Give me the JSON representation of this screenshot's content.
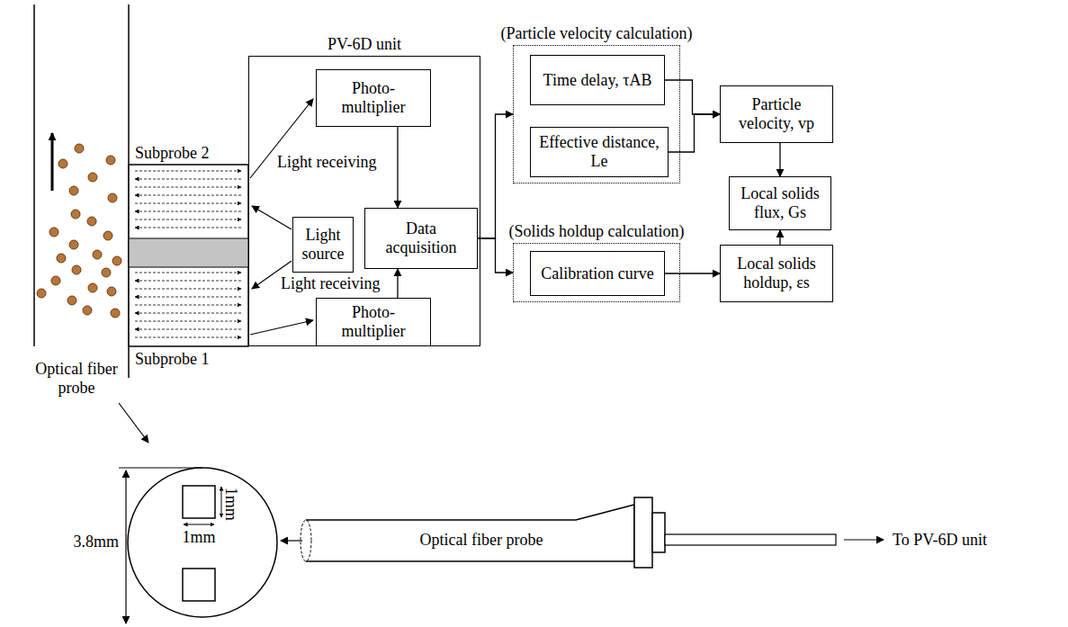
{
  "diagram": {
    "nodes": [
      {
        "text": [
          "PV-6D unit"
        ]
      },
      {
        "text": [
          "Photo- multiplier"
        ],
        "in": 0
      },
      {
        "text": [
          "Light source"
        ],
        "in": 0
      },
      {
        "text": [
          "Data acquisition"
        ],
        "in": 0
      },
      {
        "text": [
          "Photo- multiplier"
        ],
        "in": 0
      },
      {
        "text": [
          "(Particle velocity calculation)"
        ]
      },
      {
        "text": [
          "Time delay, τAB"
        ],
        "in": 5
      },
      {
        "text": [
          "Effective distance, Le"
        ],
        "in": 5
      },
      {
        "text": [
          "Particle velocity, vp"
        ]
      },
      {
        "text": [
          "Local solids flux, Gs"
        ]
      },
      {
        "text": [
          "(Solids holdup calculation)"
        ]
      },
      {
        "text": [
          "Calibration curve"
        ],
        "in": 10
      },
      {
        "text": [
          "Local solids holdup, εs"
        ]
      }
    ],
    "edges": [
      {
        "from": 1,
        "to": 3,
        "arrow": "to"
      },
      {
        "from": 4,
        "to": 3,
        "arrow": "to"
      },
      {
        "from": 3,
        "to": 5,
        "arrow": "to"
      },
      {
        "from": 3,
        "to": 10,
        "arrow": "to"
      },
      {
        "from": 6,
        "to": 8,
        "arrow": "to"
      },
      {
        "from": 7,
        "to": 8,
        "arrow": "to"
      },
      {
        "from": 8,
        "to": 9,
        "arrow": "to"
      },
      {
        "from": 12,
        "to": 9,
        "arrow": "to"
      },
      {
        "from": 11,
        "to": 12,
        "arrow": "to"
      }
    ],
    "labels": [
      "Subprobe 2",
      "Subprobe 1",
      "Light receiving",
      "Light receiving",
      "Optical fiber probe",
      "3.8mm",
      "1mm",
      "1mm",
      "Optical fiber probe",
      "To PV-6D unit"
    ]
  }
}
